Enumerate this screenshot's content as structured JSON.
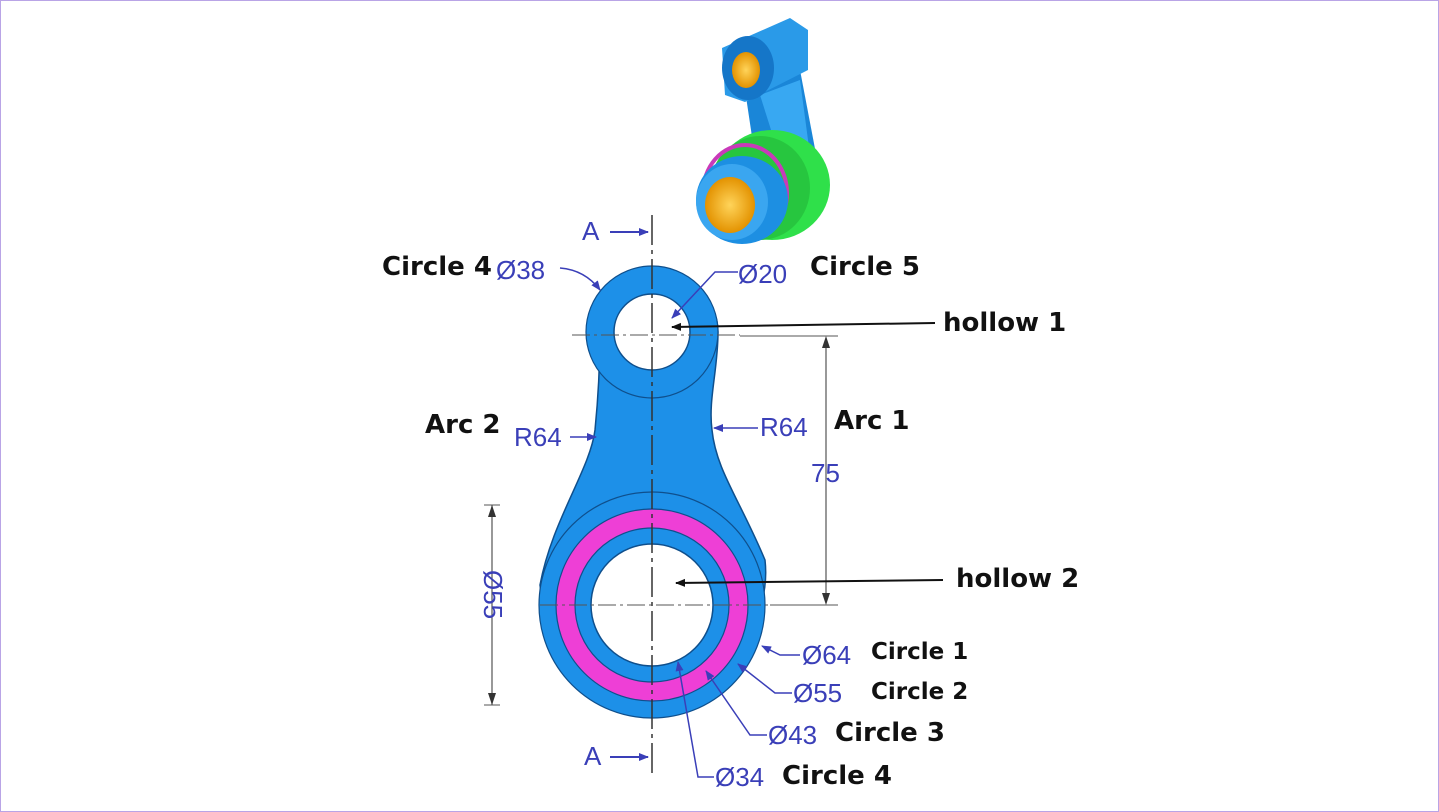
{
  "section_marks": {
    "top": "A",
    "bottom": "A"
  },
  "dimensions": {
    "d38": "Ø38",
    "d20": "Ø20",
    "r64_left": "R64",
    "r64_right": "R64",
    "len75": "75",
    "d64": "Ø64",
    "d55": "Ø55",
    "d43": "Ø43",
    "d34": "Ø34",
    "side_vertical": "Ø55"
  },
  "labels": {
    "circle4_top": "Circle 4",
    "circle5": "Circle 5",
    "hollow1": "hollow 1",
    "arc2": "Arc 2",
    "arc1": "Arc 1",
    "hollow2": "hollow 2",
    "circle1": "Circle 1",
    "circle2": "Circle 2",
    "circle3": "Circle 3",
    "circle4_bottom": "Circle 4"
  },
  "colors": {
    "body": "#1e90e6",
    "inner_ring": "#ee3fd6",
    "dimension": "#3a3fb8",
    "iso_green": "#2fe04a",
    "iso_bore": "#f5a912"
  }
}
